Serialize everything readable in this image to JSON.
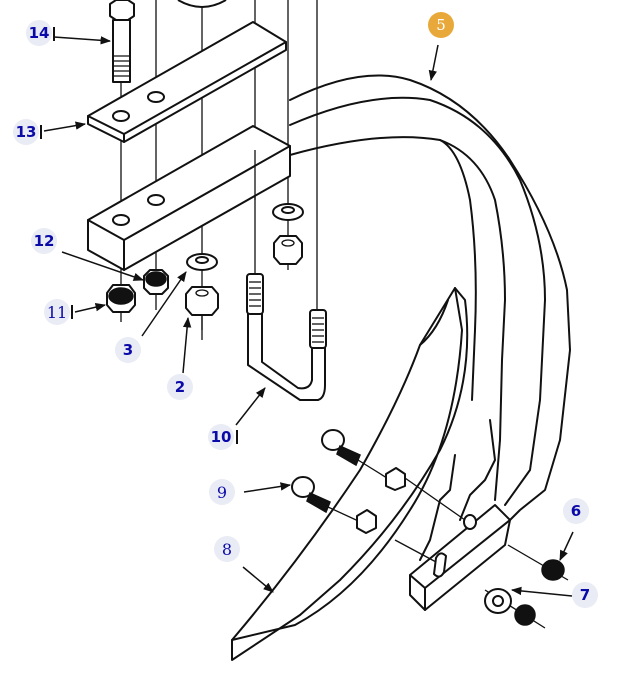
{
  "diagram": {
    "type": "exploded-parts-diagram",
    "subject": "shank assembly",
    "accent_color": "#e8a93a",
    "callout_text_color": "#0a0aa8",
    "callout_bg_color": "#e9ebf5",
    "callouts": [
      {
        "id": "2",
        "label": "2",
        "part": "nut"
      },
      {
        "id": "3",
        "label": "3",
        "part": "lock-washer"
      },
      {
        "id": "5",
        "label": "5",
        "part": "shank",
        "highlighted": true
      },
      {
        "id": "6",
        "label": "6",
        "part": "nut"
      },
      {
        "id": "7",
        "label": "7",
        "part": "washer-and-nut"
      },
      {
        "id": "8",
        "label": "8",
        "part": "point"
      },
      {
        "id": "9",
        "label": "9",
        "part": "plow-bolt"
      },
      {
        "id": "10",
        "label": "10",
        "part": "u-bolt"
      },
      {
        "id": "11",
        "label": "11",
        "part": "nut"
      },
      {
        "id": "12",
        "label": "12",
        "part": "nut"
      },
      {
        "id": "13",
        "label": "13",
        "part": "clamp-plate"
      },
      {
        "id": "14",
        "label": "14",
        "part": "bolt"
      }
    ]
  }
}
